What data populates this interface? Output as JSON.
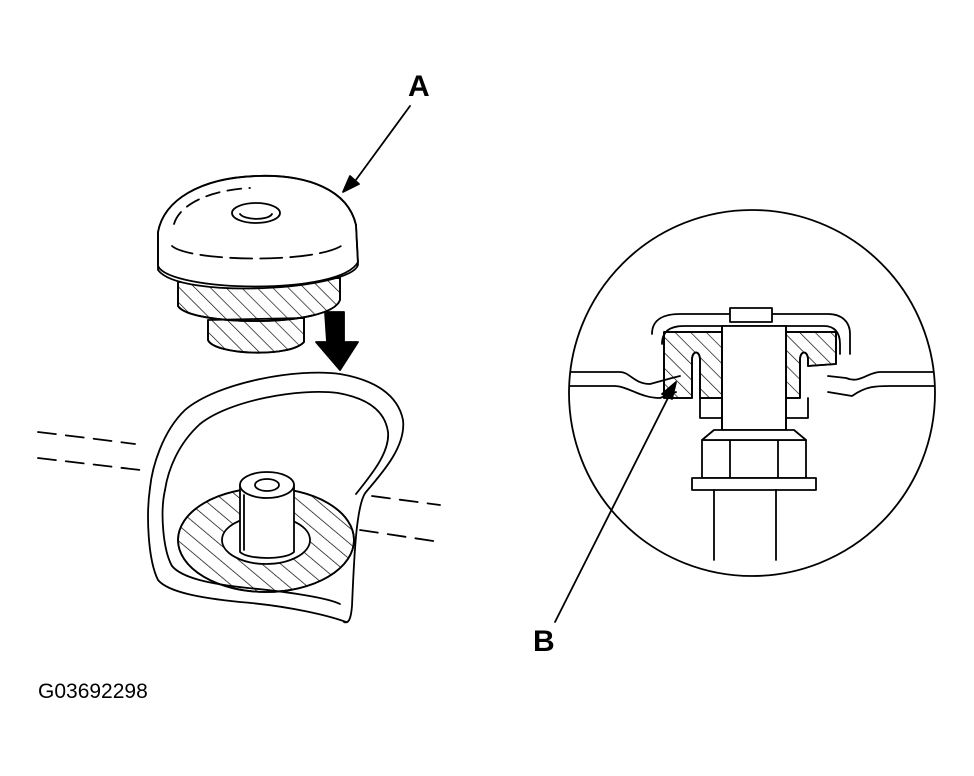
{
  "callouts": {
    "a": "A",
    "b": "B"
  },
  "figure_id": "G03692298",
  "colors": {
    "line": "#000000",
    "background": "#ffffff"
  }
}
